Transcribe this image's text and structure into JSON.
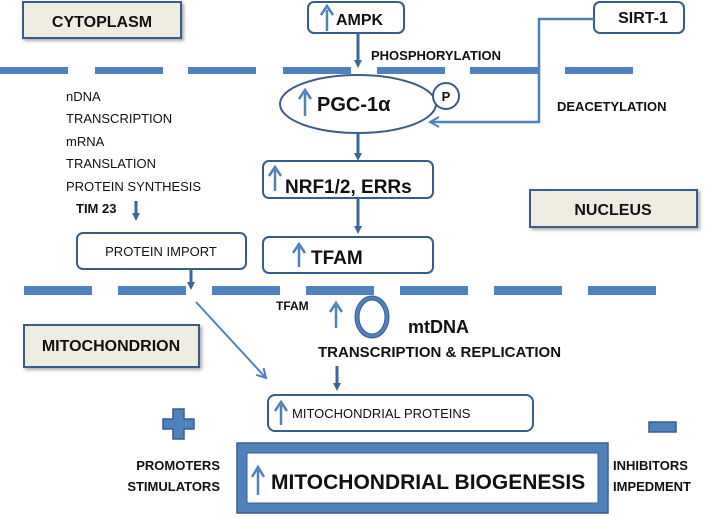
{
  "colors": {
    "accent": "#4f81bd",
    "stroke": "#385d8a",
    "arrow": "#3c6699",
    "region_fill": "#eeece1",
    "text": "#111111"
  },
  "regions": {
    "cytoplasm": "CYTOPLASM",
    "nucleus": "NUCLEUS",
    "mitochondrion": "MITOCHONDRION"
  },
  "nodes": {
    "ampk": "AMPK",
    "sirt1": "SIRT-1",
    "pgc1a": "PGC-1α",
    "p_badge": "P",
    "nrf": "NRF1/2, ERRs",
    "tfam": "TFAM",
    "protein_import": "PROTEIN IMPORT",
    "mito_proteins": "MITOCHONDRIAL PROTEINS",
    "biogenesis": "MITOCHONDRIAL BIOGENESIS"
  },
  "labels": {
    "phosphorylation": "PHOSPHORYLATION",
    "deacetylation": "DEACETYLATION",
    "tfam_small": "TFAM",
    "mtdna": "mtDNA",
    "transcription_replication": "TRANSCRIPTION & REPLICATION",
    "tim23": "TIM 23",
    "promoters": "PROMOTERS",
    "stimulators": "STIMULATORS",
    "inhibitors": "INHIBITORS",
    "impediment": "IMPEDMENT"
  },
  "nuclear_pathway": [
    "nDNA",
    "TRANSCRIPTION",
    "mRNA",
    "TRANSLATION",
    "PROTEIN SYNTHESIS"
  ],
  "icons": {
    "up": "up-arrow-icon",
    "plus": "plus-icon",
    "minus": "minus-icon",
    "mtdna": "circular-dna-icon"
  }
}
